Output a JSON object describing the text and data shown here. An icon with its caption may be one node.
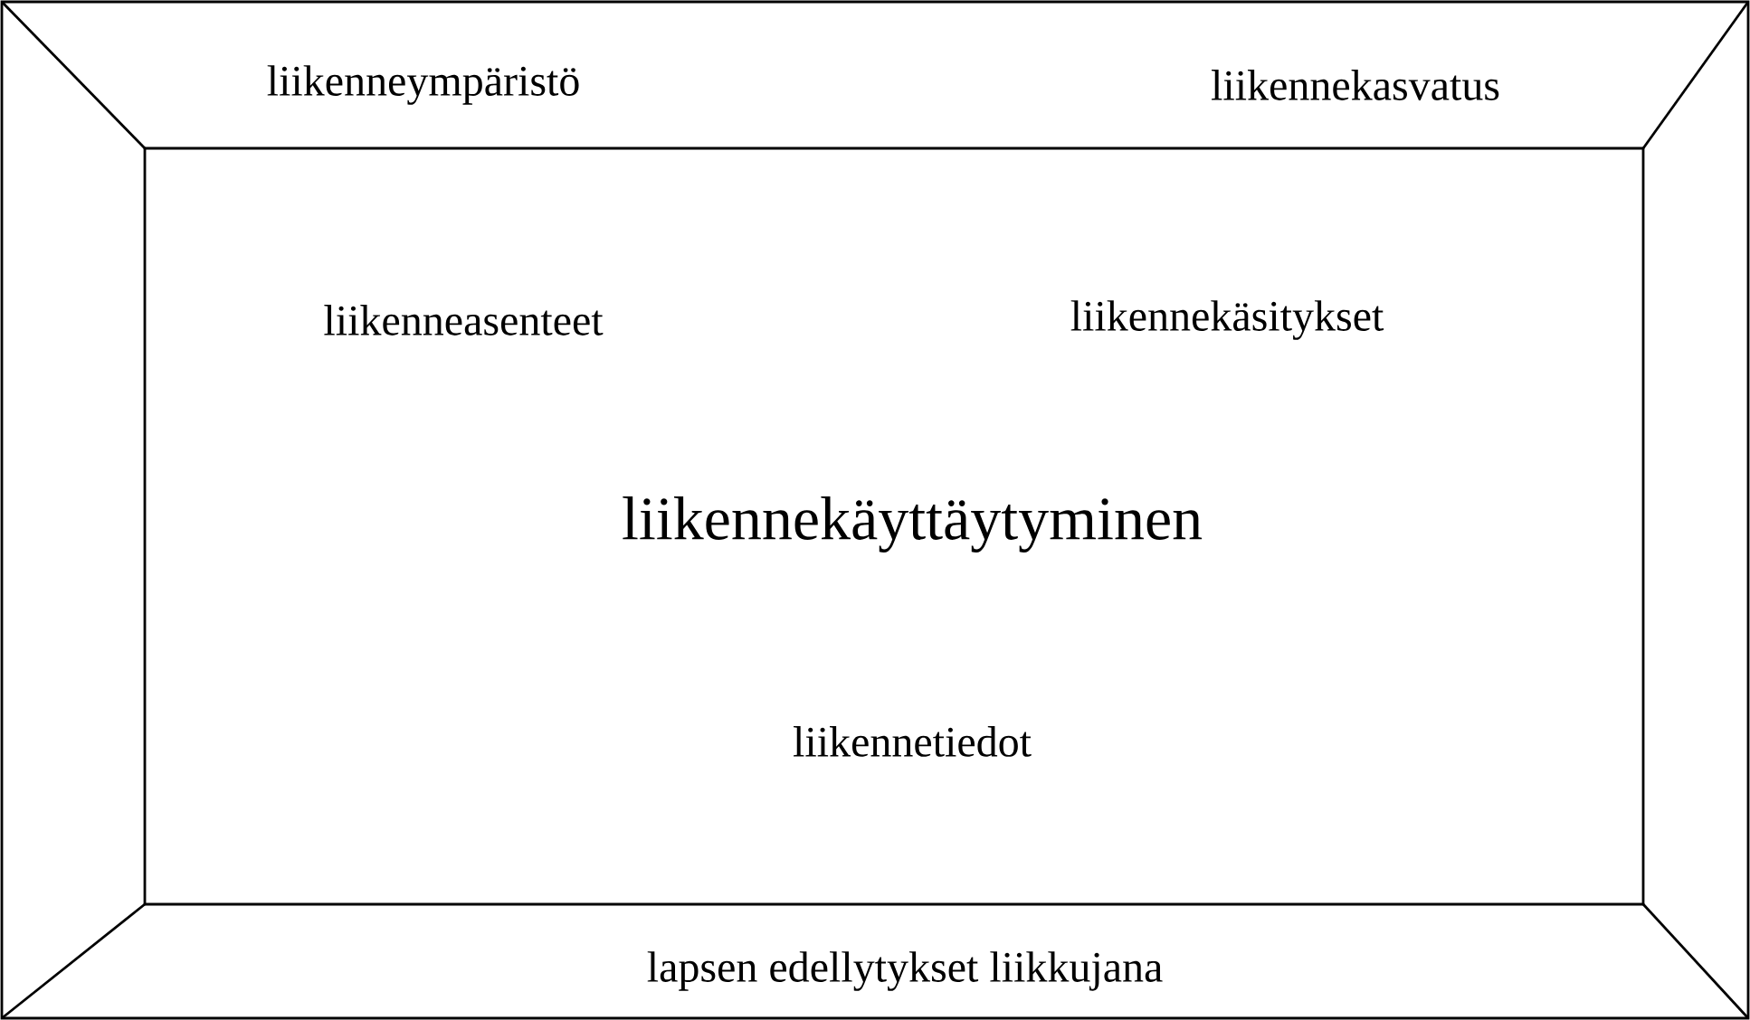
{
  "diagram": {
    "nodes": [
      {
        "text": [
          "liikenneympäristö",
          "liikennekasvatus",
          "lapsen edellytykset liikkujana"
        ]
      },
      {
        "text": [
          "liikenneasenteet",
          "liikennekäsitykset",
          "liikennekäyttäytyminen",
          "liikennetiedot"
        ],
        "in": 0
      }
    ]
  }
}
